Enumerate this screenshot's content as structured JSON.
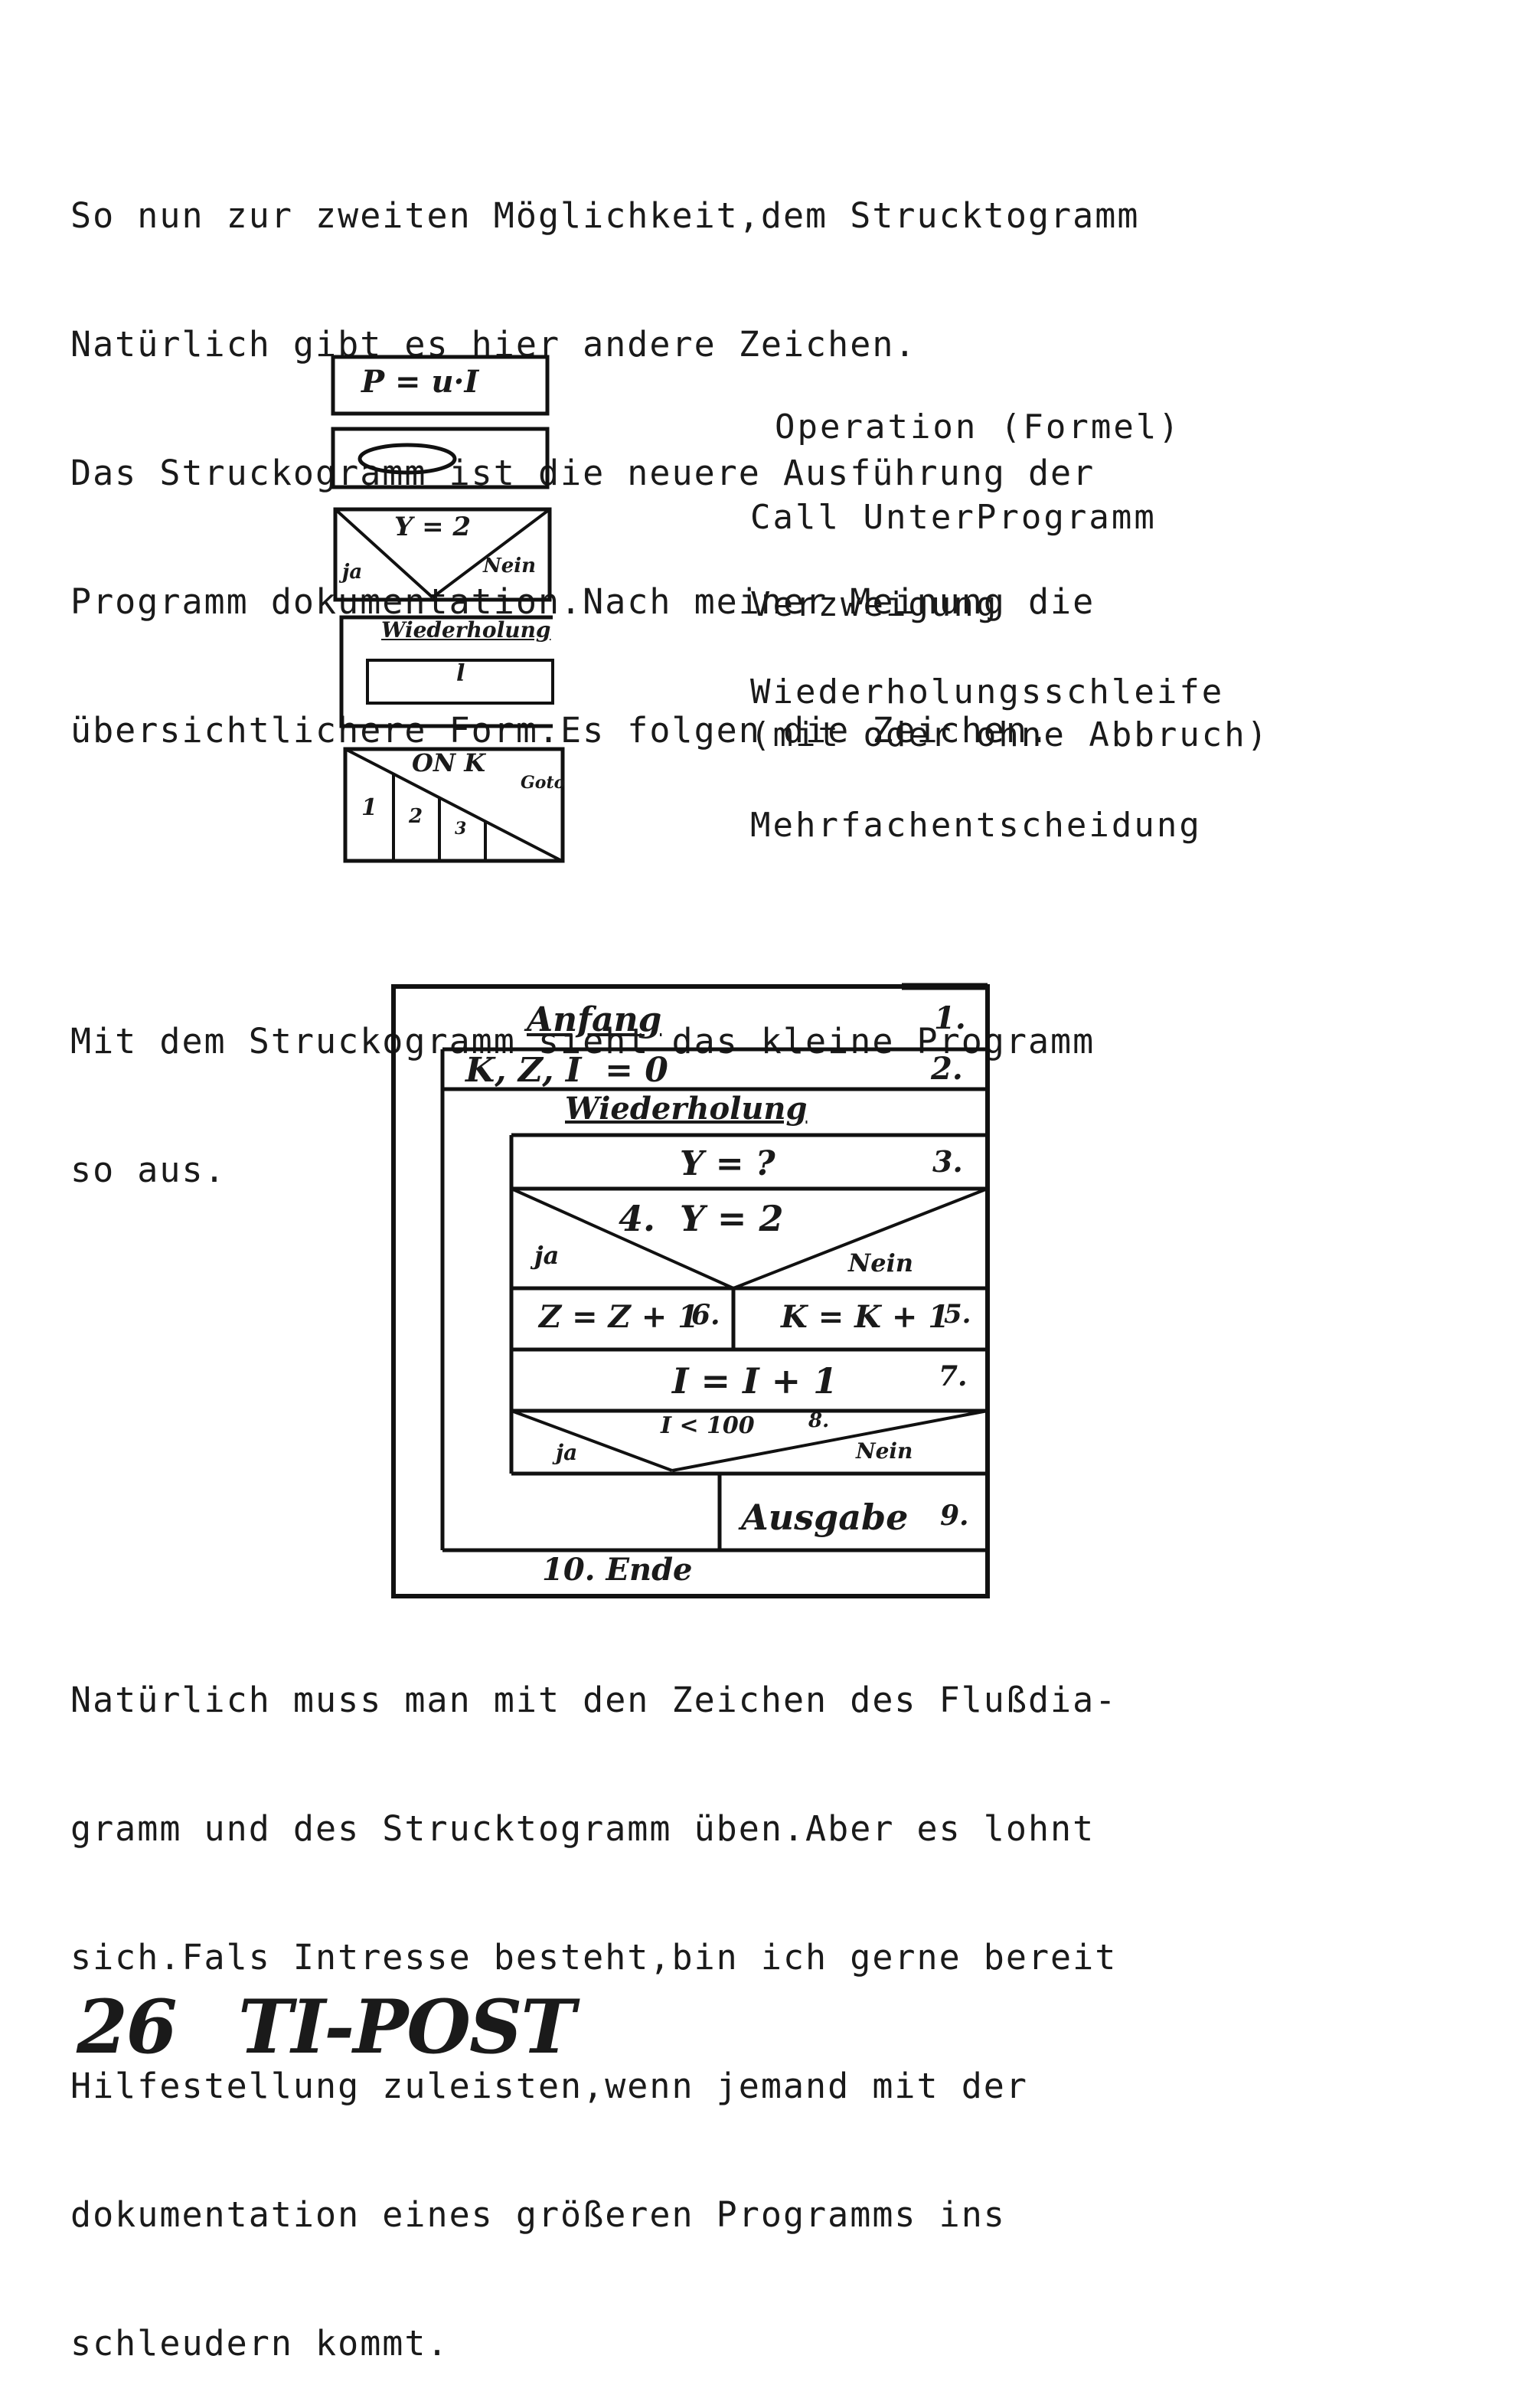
{
  "intro_lines": [
    "So nun zur zweiten Möglichkeit,dem Strucktogramm",
    "Natürlich gibt es hier andere Zeichen.",
    "Das Struckogramm ist die neuere Ausführung der",
    "Programm dokumentation.Nach meiner Meinung die",
    "übersichtlichere Form.Es folgen die Zeichen."
  ],
  "legend": {
    "operation_symbol": "P = u·I",
    "operation": "Operation (Formel)",
    "call": "Call UnterProgramm",
    "branch_cond": "Y = 2",
    "branch_yes": "ja",
    "branch_no": "Nein",
    "branch": "Verzweigung",
    "loop_head": "Wiederholung",
    "loop_body": "l",
    "loop_line1": "Wiederholungsschleife",
    "loop_line2": "(mit oder ohne Abbruch)",
    "case_head": "ON K",
    "case_goto": "Goto",
    "case_cells": [
      "1",
      "2",
      "3"
    ],
    "case": "Mehrfachentscheidung"
  },
  "middle_lines": [
    "Mit dem Struckogramm sieht das kleine Programm",
    "so aus."
  ],
  "program": {
    "anfang": "Anfang",
    "n1": "1.",
    "init": "K, Z, I  = 0",
    "n2": "2.",
    "wiederholung": "Wiederholung",
    "y_read": "Y = ?",
    "n3": "3.",
    "cond": "4.  Y = 2",
    "yes1": "ja",
    "no1": "Nein",
    "left_stmt": "Z = Z + 1",
    "n6": "6.",
    "right_stmt": "K = K + 1",
    "n5": "5.",
    "incr": "I = I + 1",
    "n7": "7.",
    "cond2": "I < 100",
    "n8": "8.",
    "yes2": "ja",
    "no2": "Nein",
    "ausgabe": "Ausgabe",
    "n9": "9.",
    "ende": "10. Ende"
  },
  "closing_lines": [
    "Natürlich muss man mit den Zeichen des Flußdia-",
    "gramm und des Strucktogramm üben.Aber es lohnt",
    "sich.Fals Intresse besteht,bin ich gerne bereit",
    "Hilfestellung zuleisten,wenn jemand mit der",
    "dokumentation eines größeren Programms ins",
    "schleudern kommt."
  ],
  "footer": {
    "page_number": "26",
    "publication": "TI-POST"
  }
}
